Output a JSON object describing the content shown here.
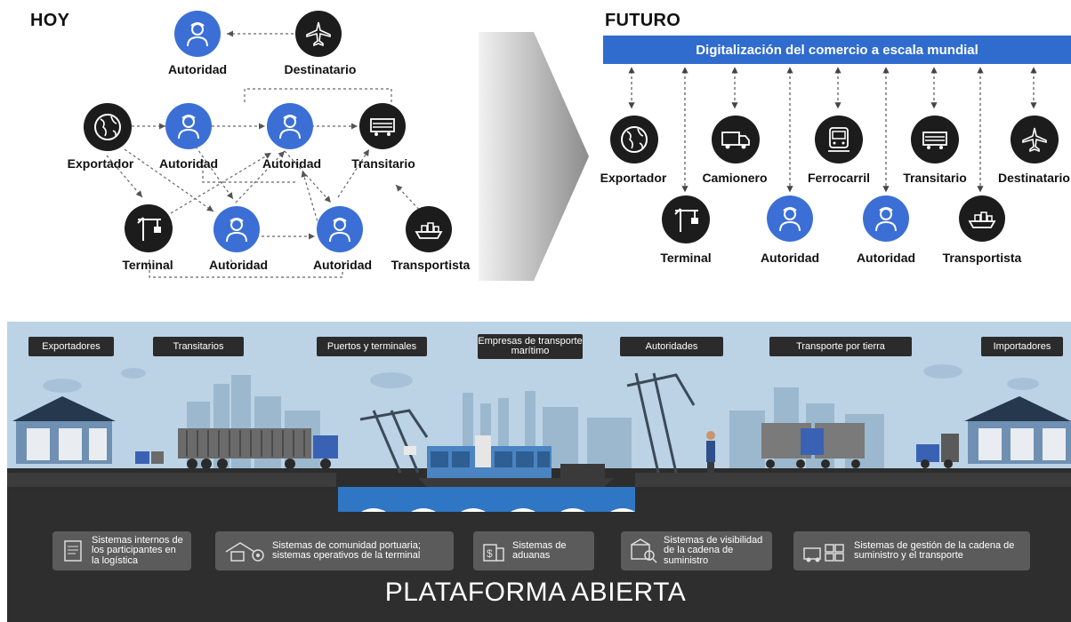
{
  "today": {
    "heading": "HOY",
    "nodes": {
      "autoridad_top": "Autoridad",
      "destinatario": "Destinatario",
      "exportador": "Exportador",
      "autoridad_1": "Autoridad",
      "autoridad_2": "Autoridad",
      "transitario": "Transitario",
      "terminal": "Terminal",
      "autoridad_3": "Autoridad",
      "autoridad_4": "Autoridad",
      "transportista": "Transportista"
    }
  },
  "future": {
    "heading": "FUTURO",
    "banner": "Digitalización del comercio a escala mundial",
    "nodes": {
      "exportador": "Exportador",
      "camionero": "Camionero",
      "ferrocarril": "Ferrocarril",
      "transitario": "Transitario",
      "destinatario": "Destinatario",
      "terminal": "Terminal",
      "autoridad_1": "Autoridad",
      "autoridad_2": "Autoridad",
      "transportista": "Transportista"
    }
  },
  "categories": {
    "exportadores": "Exportadores",
    "transitarios": "Transitarios",
    "puertos": "Puertos y terminales",
    "empresas": "Empresas de transporte marítimo",
    "autoridades": "Autoridades",
    "transporte": "Transporte por tierra",
    "importadores": "Importadores"
  },
  "systems": {
    "internos": "Sistemas internos de los participantes en la logística",
    "comunidad": "Sistemas de comunidad portuaria; sistemas operativos de la terminal",
    "aduanas": "Sistemas de aduanas",
    "visibilidad": "Sistemas de visibilidad de la cadena de suministro",
    "gestion": "Sistemas de gestión de la cadena de suministro y el transporte"
  },
  "platform": "PLATAFORMA ABIERTA",
  "colors": {
    "blue": "#3b6fd6",
    "dark": "#1c1c1c",
    "banner": "#2f6ccd",
    "sky": "#b8d2e6",
    "ground": "#2e2e2e",
    "water": "#2f77c4"
  }
}
